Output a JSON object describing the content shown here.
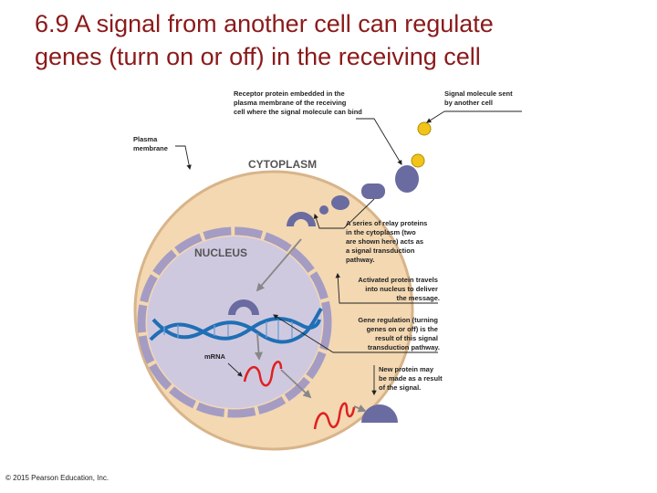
{
  "title": {
    "line1": "6.9 A signal from another cell can regulate",
    "line2": "genes (turn on or off) in the receiving cell"
  },
  "labels": {
    "receptor": [
      "Receptor protein embedded in the",
      "plasma membrane of the receiving",
      "cell where the signal molecule can bind"
    ],
    "signal": [
      "Signal molecule sent",
      "by another cell"
    ],
    "plasma_membrane": [
      "Plasma",
      "membrane"
    ],
    "cytoplasm": "CYTOPLASM",
    "nucleus": "NUCLEUS",
    "relay": [
      "A series of relay proteins",
      "in the cytoplasm (two",
      "are shown here) acts as",
      "a signal transduction",
      "pathway."
    ],
    "activated": [
      "Activated protein travels",
      "into nucleus to deliver",
      "the message."
    ],
    "gene_regulation": [
      "Gene regulation (turning",
      "genes on or off) is the",
      "result of this signal",
      "transduction pathway."
    ],
    "mrna": "mRNA",
    "new_protein": [
      "New protein may",
      "be made as a result",
      "of the signal."
    ]
  },
  "copyright": "© 2015 Pearson Education, Inc.",
  "colors": {
    "title": "#8b1a1a",
    "cell": "#f3d8b2",
    "membrane": "#d8b48a",
    "nucleus": "#cfc9e0",
    "nuclear_envelope": "#a59cc4",
    "protein": "#6a6ba0",
    "signal": "#f0c419",
    "dna": "#1f6fb5",
    "mrna": "#e02020",
    "arrow": "#888888"
  }
}
